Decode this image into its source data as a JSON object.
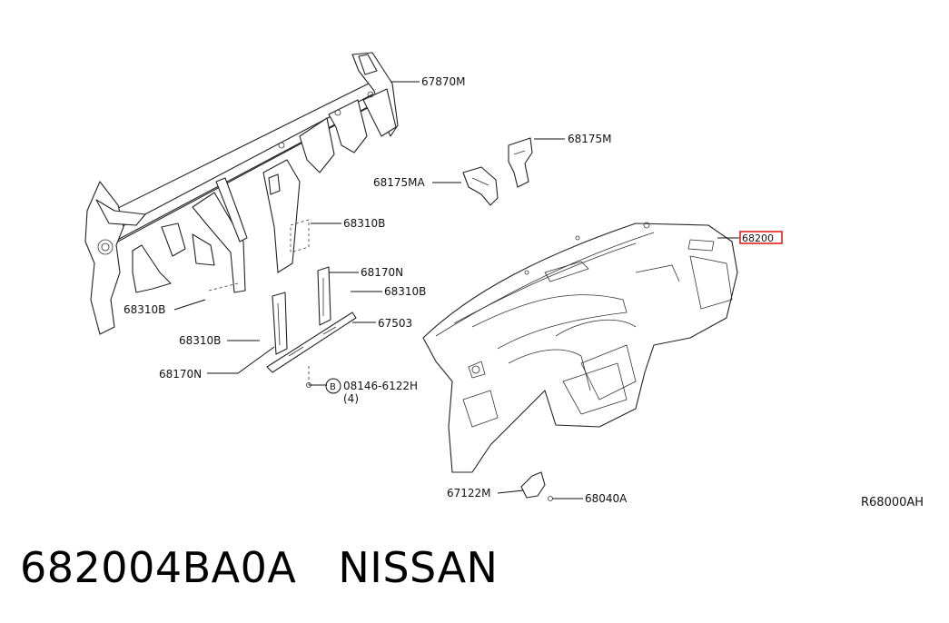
{
  "callouts": {
    "c67870m": "67870M",
    "c68175m": "68175M",
    "c68175ma": "68175MA",
    "c68310b_a": "68310B",
    "c68170n_a": "68170N",
    "c68310b_b": "68310B",
    "c68310b_c": "68310B",
    "c68310b_d": "68310B",
    "c67503": "67503",
    "c68170n_b": "68170N",
    "bolt_symbol": "B",
    "c08146": "08146-6122H",
    "c08146_qty": "(4)",
    "c68200": "68200",
    "c67122m": "67122M",
    "c68040a": "68040A"
  },
  "diagram_code": "R68000AH",
  "footer": {
    "part_number": "682004BA0A",
    "brand": "NISSAN"
  },
  "colors": {
    "highlight": "#e0201c",
    "line": "#111111"
  }
}
